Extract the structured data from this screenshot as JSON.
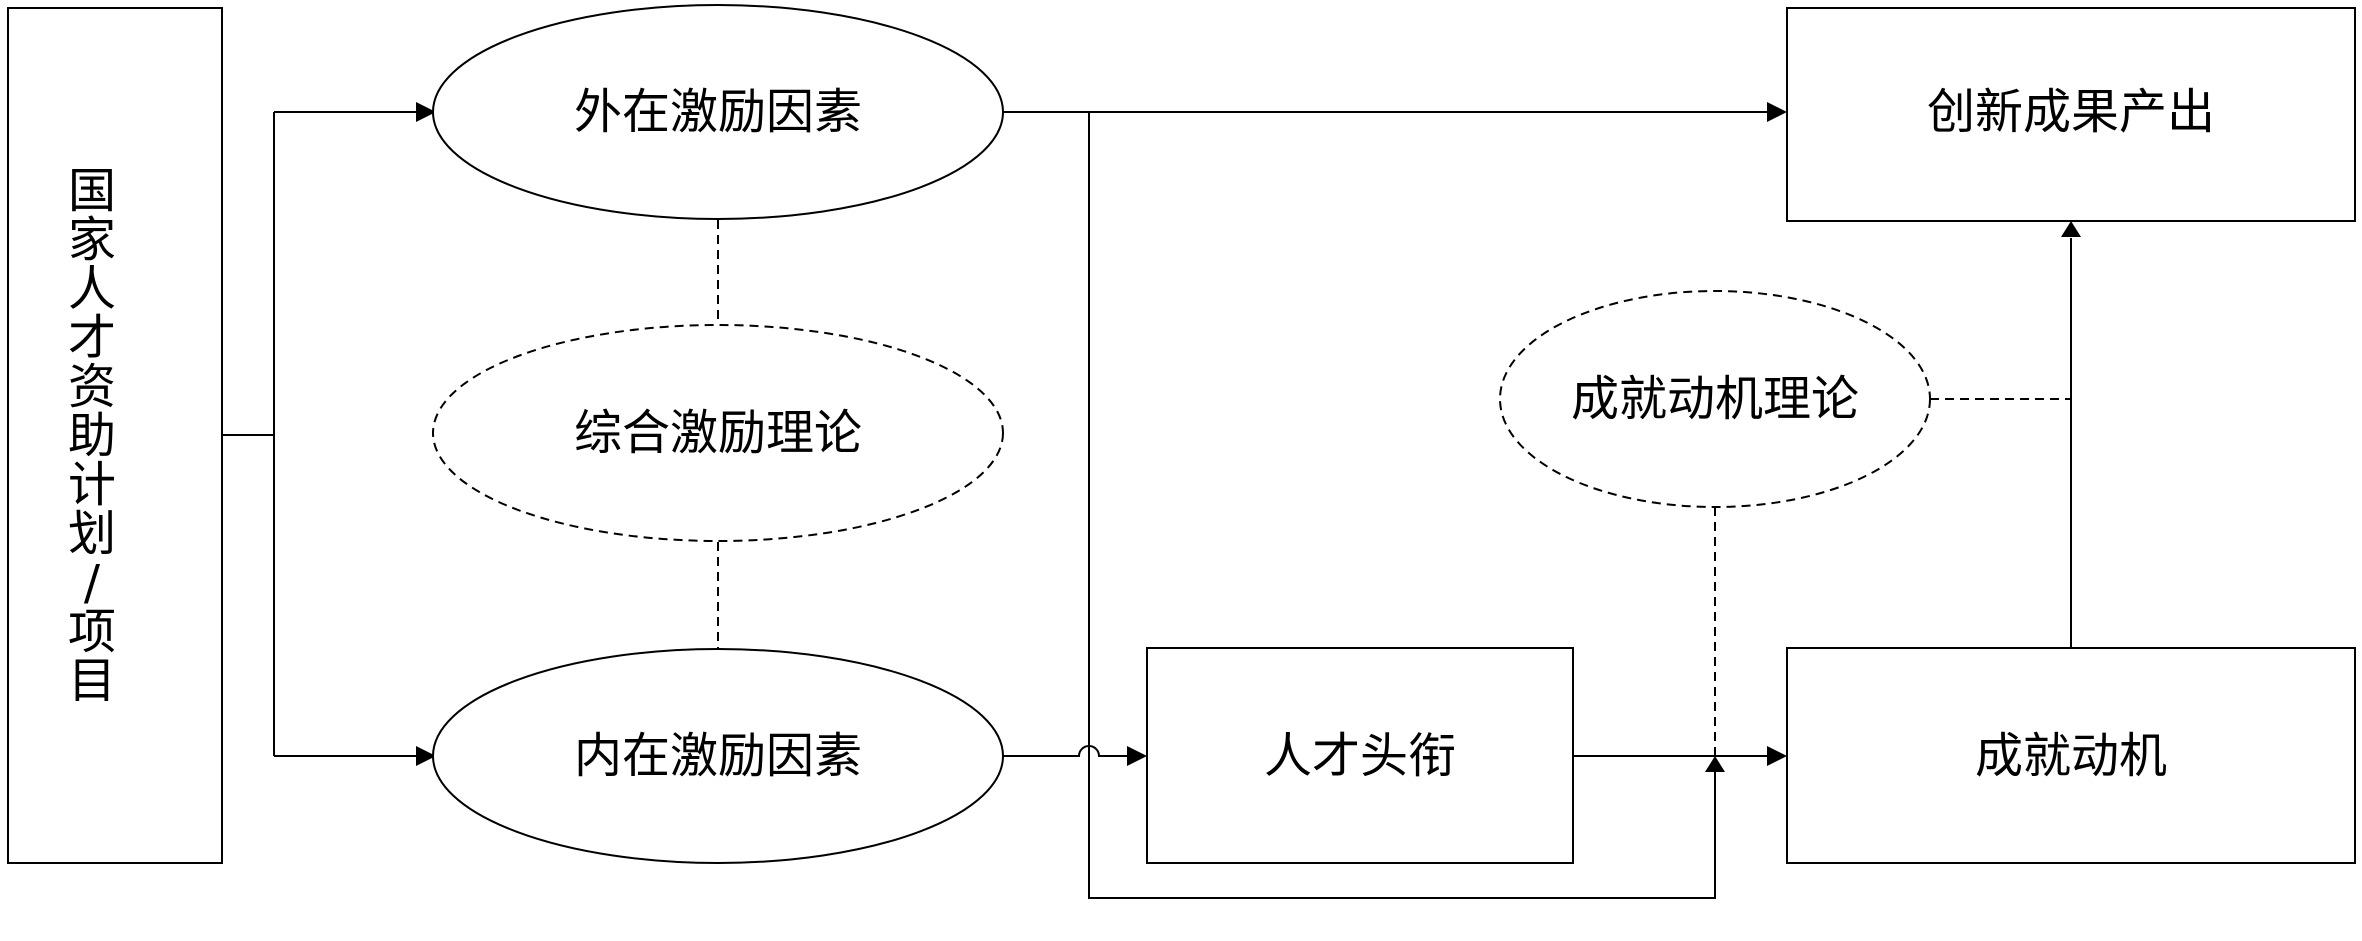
{
  "nodes": {
    "program": "国家人才资助计划/项目",
    "external": "外在激励因素",
    "integrated_theory": "综合激励理论",
    "internal": "内在激励因素",
    "innovation_output": "创新成果产出",
    "achievement_theory": "成就动机理论",
    "talent_title": "人才头衔",
    "achievement_motivation": "成就动机"
  }
}
